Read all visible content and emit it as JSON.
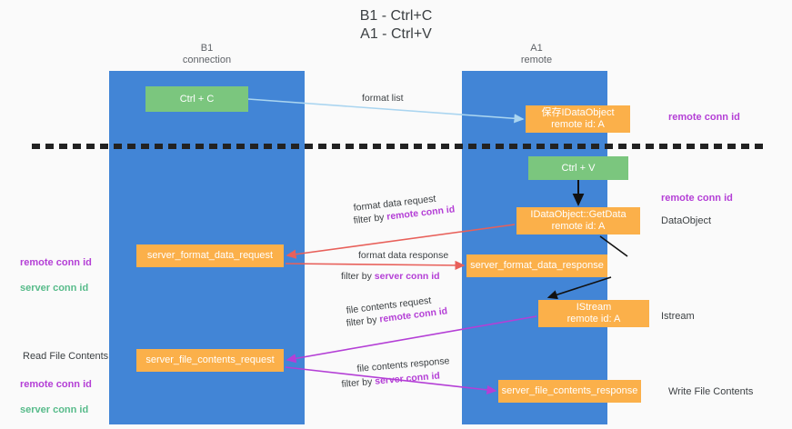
{
  "title": "B1 - Ctrl+C\nA1 - Ctrl+V",
  "columns": {
    "left": "B1\nconnection",
    "right": "A1\nremote"
  },
  "nodes": {
    "ctrl_c": "Ctrl + C",
    "data_object": "保存IDataObject\nremote id: A",
    "ctrl_v": "Ctrl + V",
    "get_data": "IDataObject::GetData\nremote id: A",
    "server_format_data_request": "server_format_data_request",
    "server_format_data_response": "server_format_data_response",
    "istream": "IStream\nremote id: A",
    "server_file_contents_request": "server_file_contents_request",
    "server_file_contents_response": "server_file_contents_response"
  },
  "edges": {
    "format_list": "format list",
    "format_data_request": "format data request",
    "format_data_request_filter_prefix": "filter by ",
    "format_data_request_filter_id": "remote conn id",
    "format_data_response": "format data response",
    "format_data_response_filter_prefix": "filter by ",
    "format_data_response_filter_id": "server conn id",
    "file_contents_request": "file contents request",
    "file_contents_request_filter_prefix": "filter by ",
    "file_contents_request_filter_id": "remote conn id",
    "file_contents_response": "file contents response",
    "file_contents_response_filter_prefix": "filter by ",
    "file_contents_response_filter_id": "server conn id"
  },
  "annotations": {
    "remote_conn_id_top": "remote conn id",
    "remote_conn_id_mid": "remote conn id",
    "data_object": "DataObject",
    "istream": "Istream",
    "write_file_contents": "Write File Contents",
    "read_file_contents": "Read File Contents",
    "left_remote_conn_id_1": "remote conn id",
    "left_server_conn_id_1": "server conn id",
    "left_remote_conn_id_2": "remote conn id",
    "left_server_conn_id_2": "server conn id"
  },
  "colors": {
    "lane": "#4285d6",
    "node_green": "#7bc67e",
    "node_orange": "#fbb04a",
    "accent_purple": "#b43fd6",
    "accent_green": "#57bb8a",
    "arrow_red": "#e8605a",
    "arrow_magenta": "#b43fd6",
    "arrow_light_blue": "#aad5f0",
    "arrow_black": "#111111",
    "background": "#fafafa"
  }
}
